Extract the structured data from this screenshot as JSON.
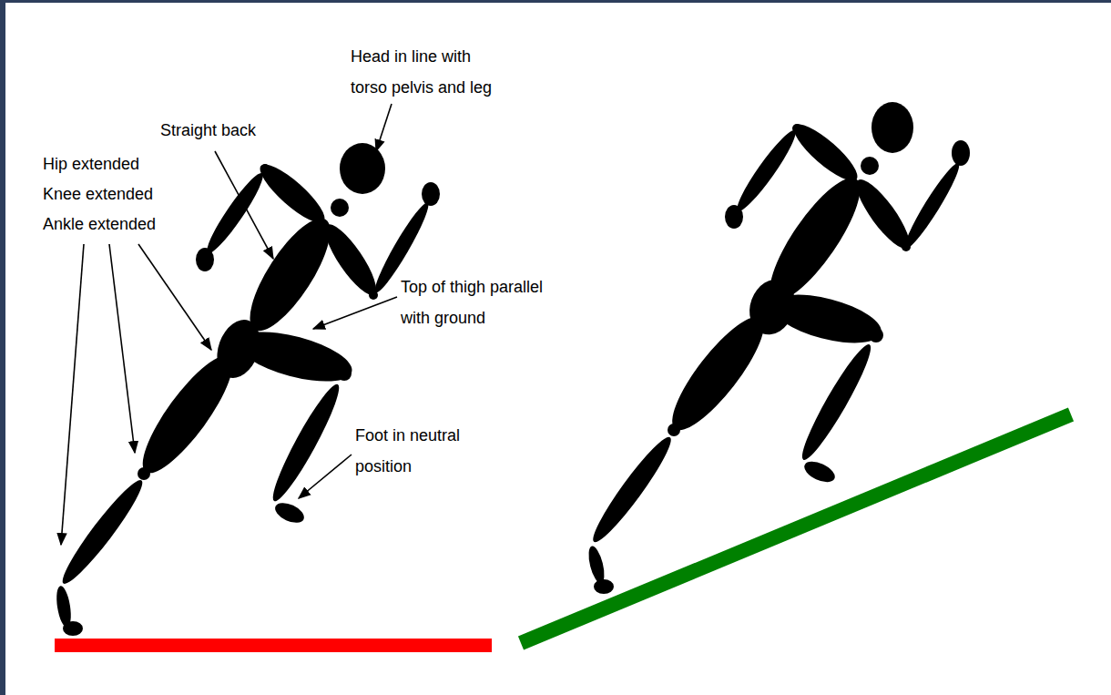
{
  "diagram": {
    "labels": [
      "Head in line with torso pelvis and leg",
      "Straight back",
      "Hip extended",
      "Knee extended",
      "Ankle extended",
      "Top of thigh parallel with ground",
      "Foot in neutral position"
    ]
  }
}
